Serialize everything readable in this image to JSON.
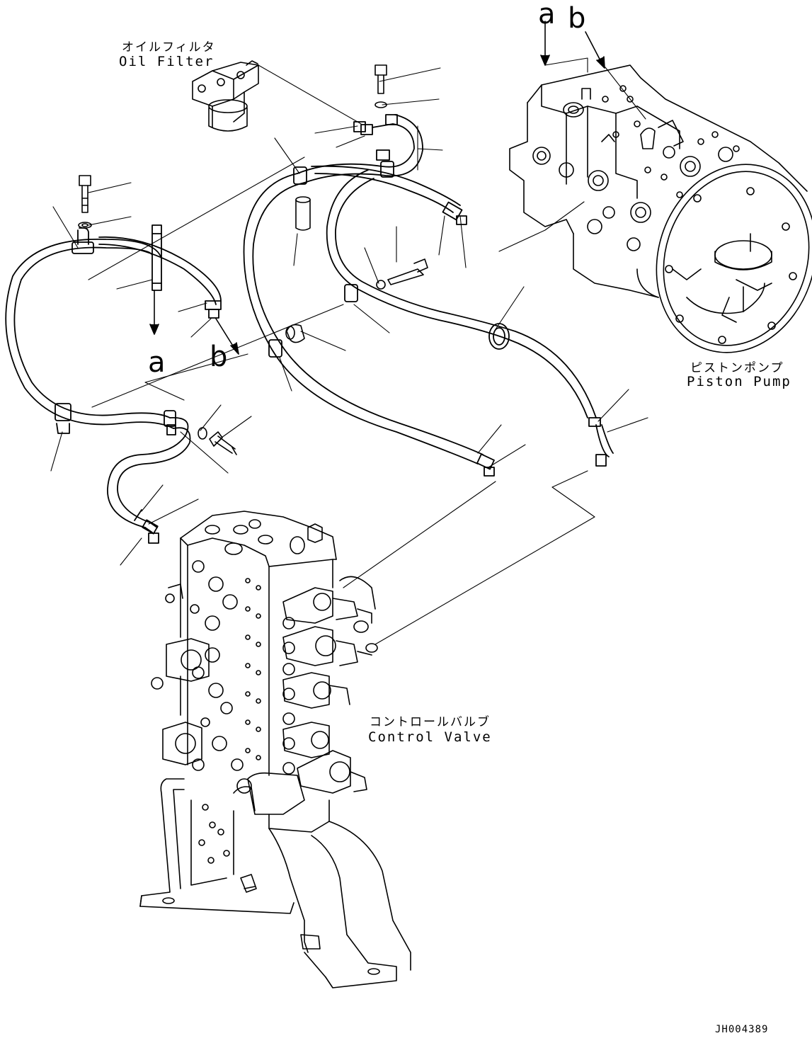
{
  "components": {
    "oil_filter": {
      "label_jp": "オイルフィルタ",
      "label_en": "Oil Filter"
    },
    "piston_pump": {
      "label_jp": "ピストンポンプ",
      "label_en": "Piston Pump"
    },
    "control_valve": {
      "label_jp": "コントロールバルブ",
      "label_en": "Control Valve"
    }
  },
  "connection_markers": {
    "pump_a": "a",
    "pump_b": "b",
    "line_a": "a",
    "line_b": "b"
  },
  "drawing_code": "JH004389",
  "colors": {
    "line": "#000000",
    "background": "#ffffff"
  }
}
